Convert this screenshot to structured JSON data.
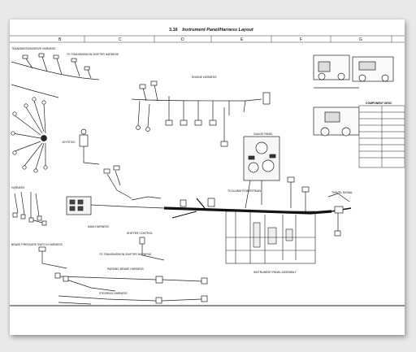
{
  "page": {
    "section": "3.16",
    "title": "Instrument Panel/Harness Layout"
  },
  "columns": [
    "B",
    "C",
    "D",
    "E",
    "F",
    "G"
  ],
  "harnesses": {
    "alarm": "TRANSMISSION/DRIVE HARNESS",
    "engine": "ENGINE HARNESS",
    "main": "MAIN HARNESS",
    "parking_brake": "PARKING BRAKE HARNESS",
    "steering": "STEERING HARNESS",
    "brake_pressure": "BRAKE PRESSURE SWITCH HARNESS",
    "left_side": "HARNESS"
  },
  "labels": {
    "to_trans_shifter": "TO TRANSMISSION SHIFTER HARNESS",
    "joystick": "JOYSTICK",
    "gauge_panel": "GAUGE PANEL",
    "to_alarm_powertrain": "TO ALARM POWERTRAIN",
    "instrument_panel": "INSTRUMENT PANEL ASSEMBLY",
    "shifter_control": "SHIFTER CONTROL",
    "to_trans_shifter_2": "TO TRANSMISSION SHIFTER HARNESS",
    "travel_signal": "TRAVEL SIGNAL",
    "component_desc": "COMPONENT DESC"
  }
}
